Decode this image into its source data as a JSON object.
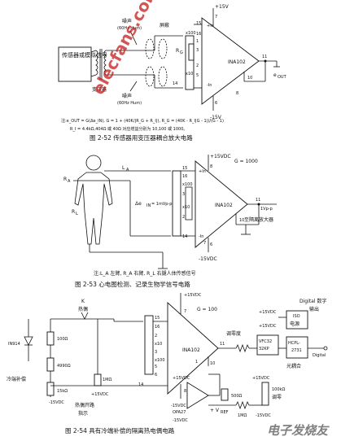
{
  "fig52": {
    "vplus": "+15V",
    "vminus": "-15V",
    "source_label": "传感器或模拟信号",
    "transformer": "变压器",
    "noise_top": "噪声",
    "noise_top_sub": "(60Hz Hum)",
    "noise_bottom": "噪声",
    "noise_bottom_sub": "(60Hz Hum)",
    "shield": "屏蔽",
    "x100": "x100",
    "x10": "x10",
    "rg": "R",
    "rg_sub": "G",
    "chip": "INA102",
    "pins": {
      "p15": "15",
      "p16": "16",
      "p1": "1",
      "p3": "3",
      "p2": "2",
      "p5": "5",
      "p14": "14",
      "p7": "7",
      "p10": "10",
      "p11": "11",
      "p8": "8",
      "p6": "6"
    },
    "in_plus": "+In",
    "in_minus": "-In",
    "vout": "e",
    "vout_sub": "OUT",
    "note_line1": "注:e_OUT = G(Δe_IN), G = 1 + (40K/|R_G + R_I|), R_G = (40K - R_I|G - 1|)/(G - 1)",
    "note_line2": "R_I = 4.4kΩ,404Ω 或 40Ω 对应增益分别为 10,100 或 1000。",
    "caption": "图 2-52    传感器用变压器耦合放大电路"
  },
  "fig53": {
    "vplus": "+15VDC",
    "vminus": "-15VDC",
    "gain": "G = 1000",
    "la": "L",
    "la_sub": "A",
    "ra": "R",
    "ra_sub": "A",
    "rl": "R",
    "rl_sub": "L",
    "delta": "Δe",
    "delta_sub": "IN",
    "delta_val": "= 1mVp-p",
    "x100": "x100",
    "x10": "x10",
    "chip": "INA102",
    "in_plus": "+In",
    "in_minus": "-In",
    "pins": {
      "p15": "15",
      "p16": "16",
      "p3": "3",
      "p2": "2",
      "p14": "14",
      "p8": "8",
      "p7": "7",
      "p11": "11",
      "p10": "10",
      "p6": "6"
    },
    "out_label": "1Vp-p",
    "iso_label": "至隔离放大器",
    "note": "注:L_A 左臂, R_A 右臂, R_L 右腿人体传感信号",
    "caption": "图 2-53    心电图检测、记录生物学信号电路"
  },
  "fig54": {
    "k": "K",
    "thermocouple": "热偶",
    "vplus": "+15VDC",
    "vminus": "-15VDC",
    "gain": "G = 100",
    "chip": "INA102",
    "pins": {
      "p15": "15",
      "p16": "16",
      "p2": "2",
      "p3": "3",
      "p5": "5",
      "p6": "6",
      "p14": "14",
      "p7": "7",
      "p11": "11",
      "p10": "10",
      "p8": "8",
      "p1": "1"
    },
    "x10": "x10",
    "x100": "x100",
    "diode": "IN914",
    "r100": "100Ω",
    "r4990": "4990Ω",
    "r15k": "15kΩ",
    "r1m": "1MΩ",
    "r500": "500Ω",
    "r1m2": "1MΩ",
    "r100k": "100kΩ",
    "cold_comp": "冷端补偿",
    "open_circuit": "热偶开路",
    "open_circuit2": "指示",
    "adjust_zero": "调零度",
    "vfc": "VFC32",
    "vfc2": "32KP",
    "iso_power": "ISO",
    "iso_power2": "电源",
    "opto": "HCPL-",
    "opto2": "2731",
    "opto_cap": "光耦合",
    "digital": "Digital 数字",
    "digital2": "输出",
    "digital_tag": "Digital",
    "span": "100kΩ",
    "span2": "调零",
    "opa": "OPA27",
    "vref": "+ V",
    "vref_sub": "REF",
    "caption": "图 2-54    具有冷端补偿的隔离热电偶电路"
  },
  "watermark": {
    "site1": "elecfans.com",
    "site2": "电子发烧友"
  }
}
